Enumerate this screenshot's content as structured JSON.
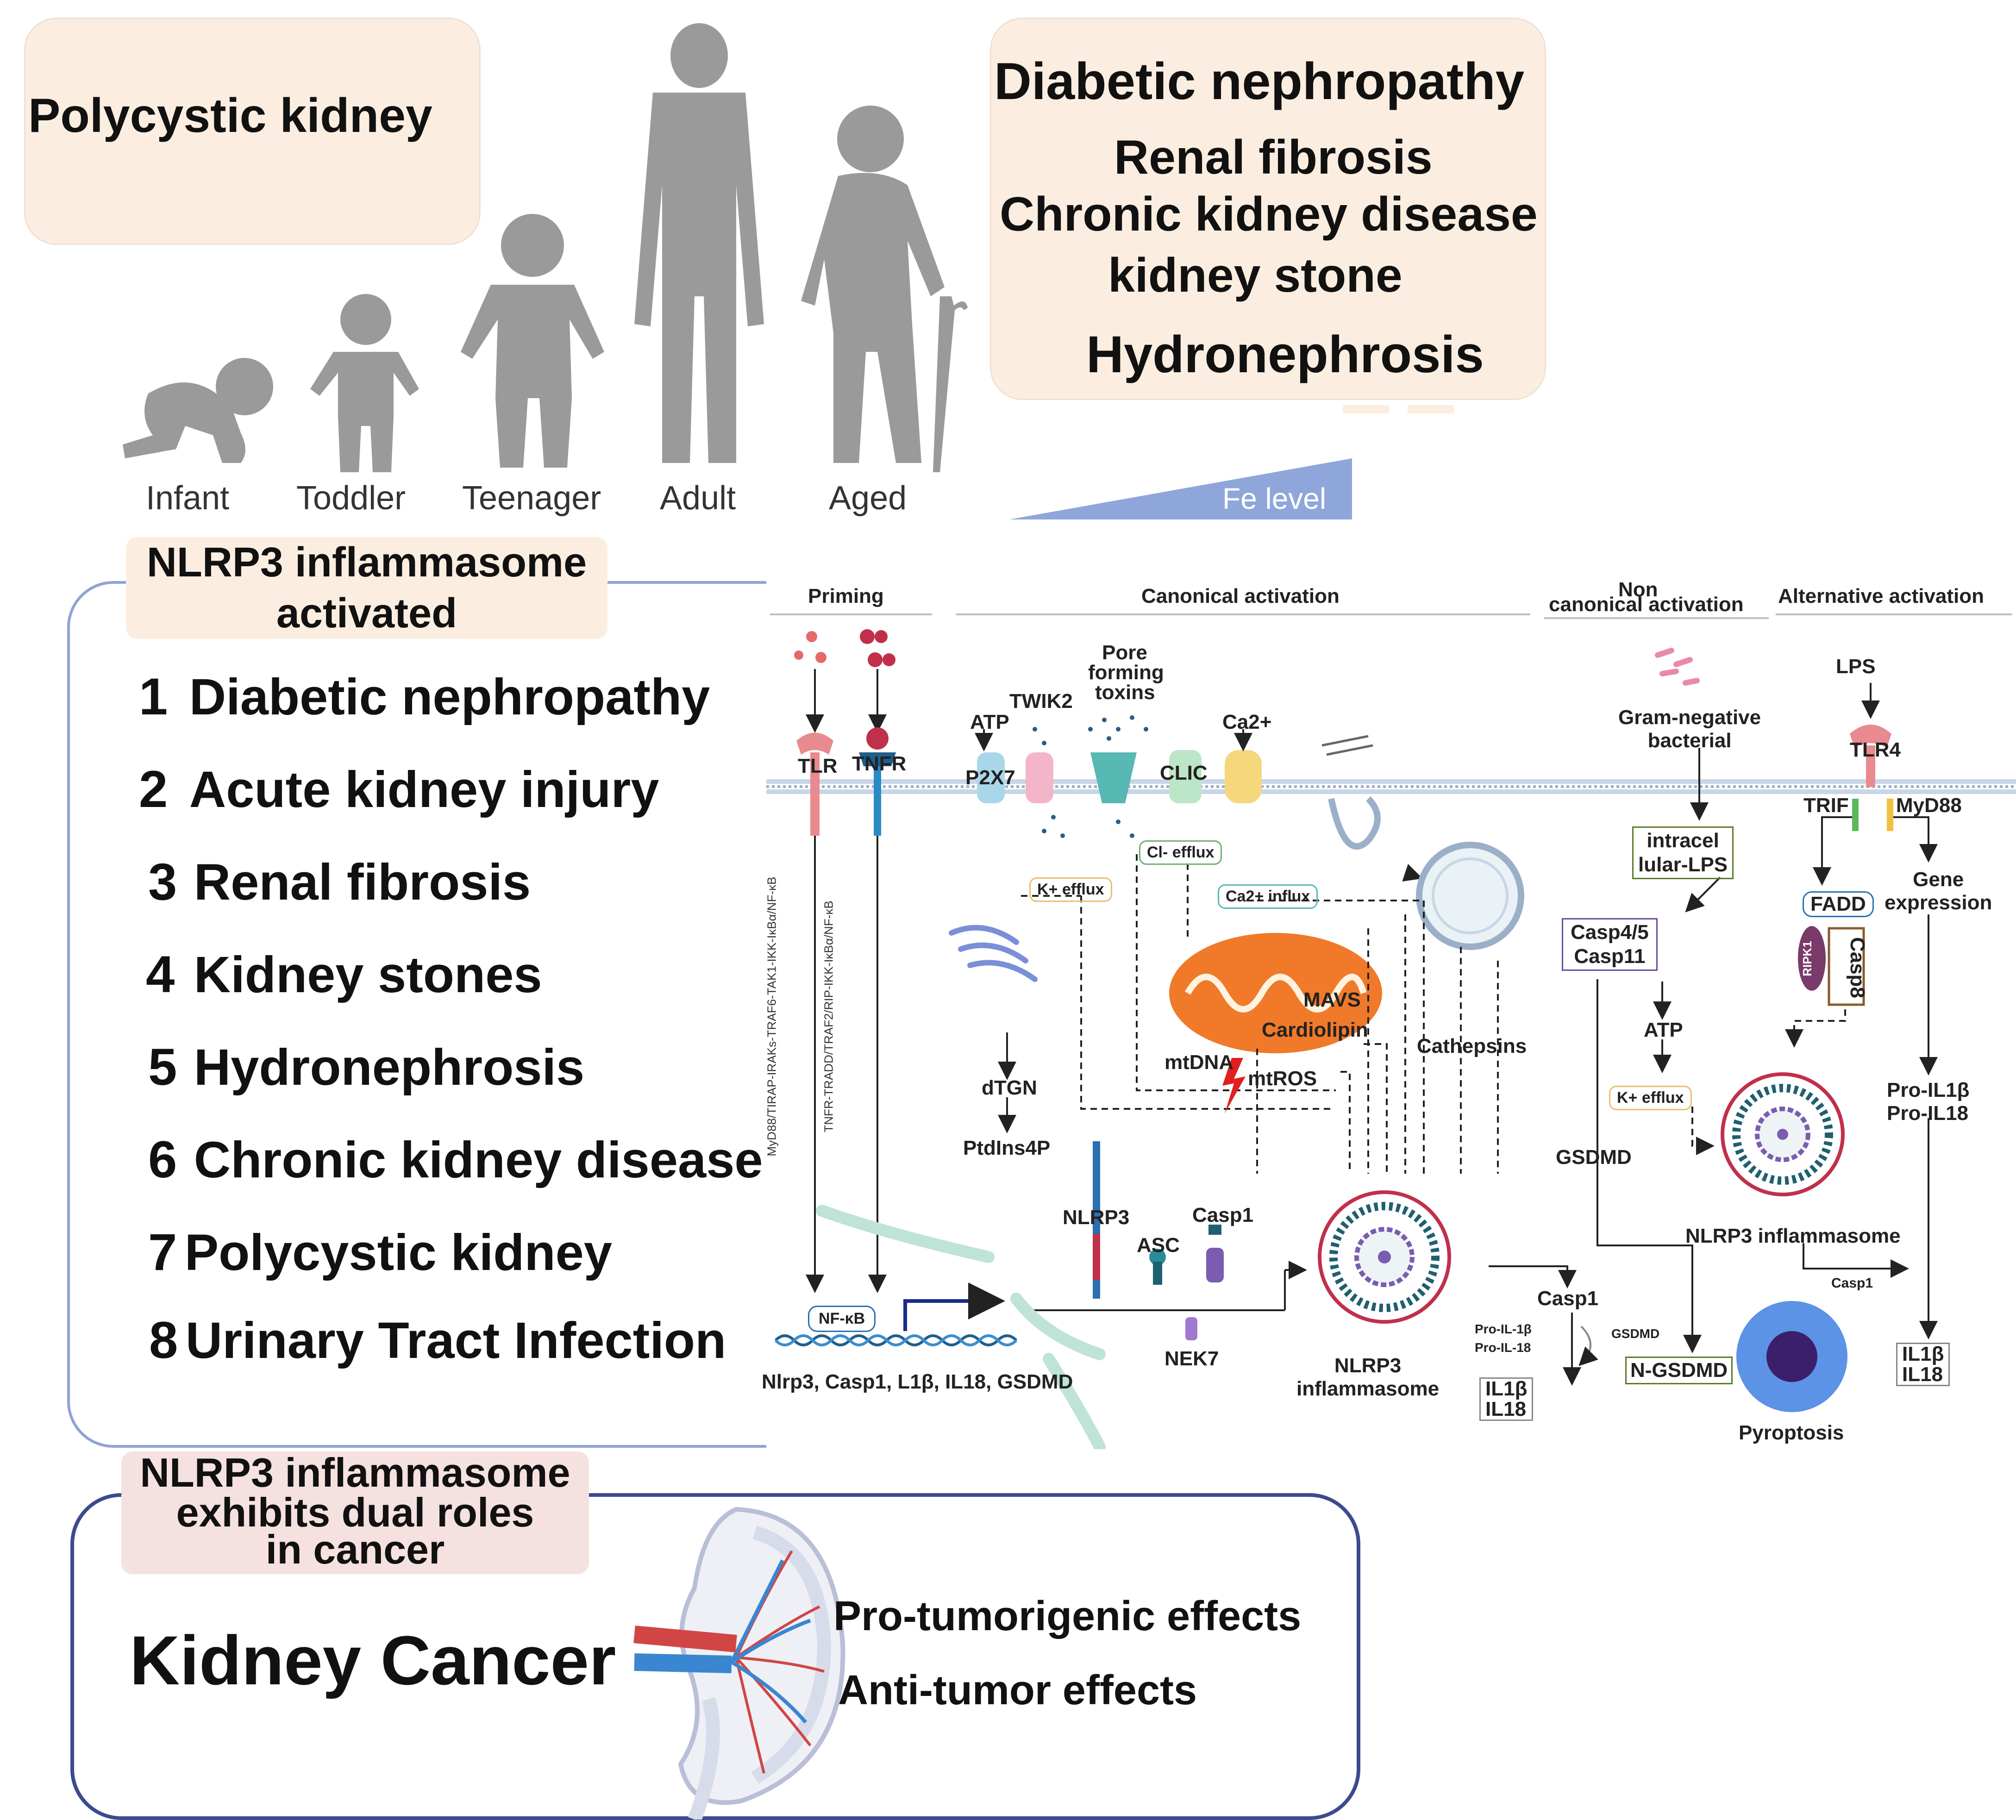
{
  "top_left": {
    "label": "Polycystic kidney"
  },
  "top_right": {
    "items": [
      "Diabetic nephropathy",
      "Renal fibrosis",
      "Chronic kidney disease",
      "kidney stone",
      "Hydronephrosis"
    ]
  },
  "ages": [
    "Infant",
    "Toddler",
    "Teenager",
    "Adult",
    "Aged"
  ],
  "fe_level": "Fe level",
  "activated": {
    "title_line1": "NLRP3 inflammasome",
    "title_line2": "activated",
    "list": [
      {
        "num": "1",
        "text": "Diabetic nephropathy"
      },
      {
        "num": "2",
        "text": "Acute kidney injury"
      },
      {
        "num": "3",
        "text": "Renal fibrosis"
      },
      {
        "num": "4",
        "text": "Kidney stones"
      },
      {
        "num": "5",
        "text": "Hydronephrosis"
      },
      {
        "num": "6",
        "text": "Chronic kidney disease"
      },
      {
        "num": "7",
        "text": "Polycystic kidney"
      },
      {
        "num": "8",
        "text": "Urinary Tract Infection"
      }
    ]
  },
  "pathway": {
    "headers": {
      "priming": "Priming",
      "canonical": "Canonical activation",
      "noncanonical_1": "Non",
      "noncanonical_2": "canonical activation",
      "alternative": "Alternative activation"
    },
    "labels": {
      "tlr": "TLR",
      "tnfr": "TNFR",
      "atp": "ATP",
      "twik2": "TWIK2",
      "p2x7": "P2X7",
      "pore_1": "Pore",
      "pore_2": "forming",
      "pore_3": "toxins",
      "clic": "CLIC",
      "ca": "Ca2+",
      "k_efflux": "K+ efflux",
      "cl_efflux": "Cl- efflux",
      "ca_influx": "Ca2+ influx",
      "mavs": "MAVS",
      "cardiolipin": "Cardiolipin",
      "mtdna": "mtDNA",
      "mtros": "mtROS",
      "cathepsins": "Cathepsins",
      "dtgn": "dTGN",
      "ptdins": "PtdIns4P",
      "nlrp3": "NLRP3",
      "asc": "ASC",
      "casp1": "Casp1",
      "nek7": "NEK7",
      "nfkb": "NF-κB",
      "genes": "Nlrp3, Casp1, L1β, IL18, GSDMD",
      "inflammasome_1": "NLRP3",
      "inflammasome_2": "inflammasome",
      "il1b": "IL1β",
      "il18": "IL18",
      "casp1_b": "Casp1",
      "pro_il1b_s": "Pro-IL-1β",
      "pro_il18_s": "Pro-IL-18",
      "gsdmd_s": "GSDMD",
      "n_gsdmd": "N-GSDMD",
      "pyroptosis": "Pyroptosis",
      "gram_1": "Gram-negative",
      "gram_2": "bacterial",
      "intracel_1": "intracel",
      "intracel_2": "lular-LPS",
      "casp45": "Casp4/5",
      "casp11": "Casp11",
      "atp_nc": "ATP",
      "k_efflux_nc": "K+ efflux",
      "gsdmd": "GSDMD",
      "nlrp3_inflammasome": "NLRP3 inflammasome",
      "lps": "LPS",
      "tlr4": "TLR4",
      "trif": "TRIF",
      "myd88": "MyD88",
      "gene_1": "Gene",
      "gene_2": "expression",
      "fadd": "FADD",
      "ripk1": "RIPK1",
      "casp8": "Casp8",
      "pro_il1b": "Pro-IL1β",
      "pro_il18": "Pro-IL18",
      "casp1_alt": "Casp1",
      "il1b_alt": "IL1β",
      "il18_alt": "IL18",
      "tlr_path": "MyD88/TIRAP-IRAKs-TRAF6-TAK1-IKK-IκBα/NF-κB",
      "tnfr_path": "TNFR-TRADD/TRAF2/RIP-IKK-IκBα/NF-κB"
    }
  },
  "cancer": {
    "title_line1": "NLRP3 inflammasome",
    "title_line2": "exhibits dual roles",
    "title_line3": "in cancer",
    "main": "Kidney Cancer",
    "effect1": "Pro-tumorigenic effects",
    "effect2": "Anti-tumor effects"
  },
  "colors": {
    "peach": "#fbeee0",
    "pink_box": "#f5e1df",
    "frame": "#8fa3d4",
    "frame_dark": "#3d4a8f",
    "silhouette": "#9a9a9a",
    "fe_blue": "#8ea6d9",
    "mito": "#f07a2a",
    "membrane": "#9bb0c8"
  }
}
